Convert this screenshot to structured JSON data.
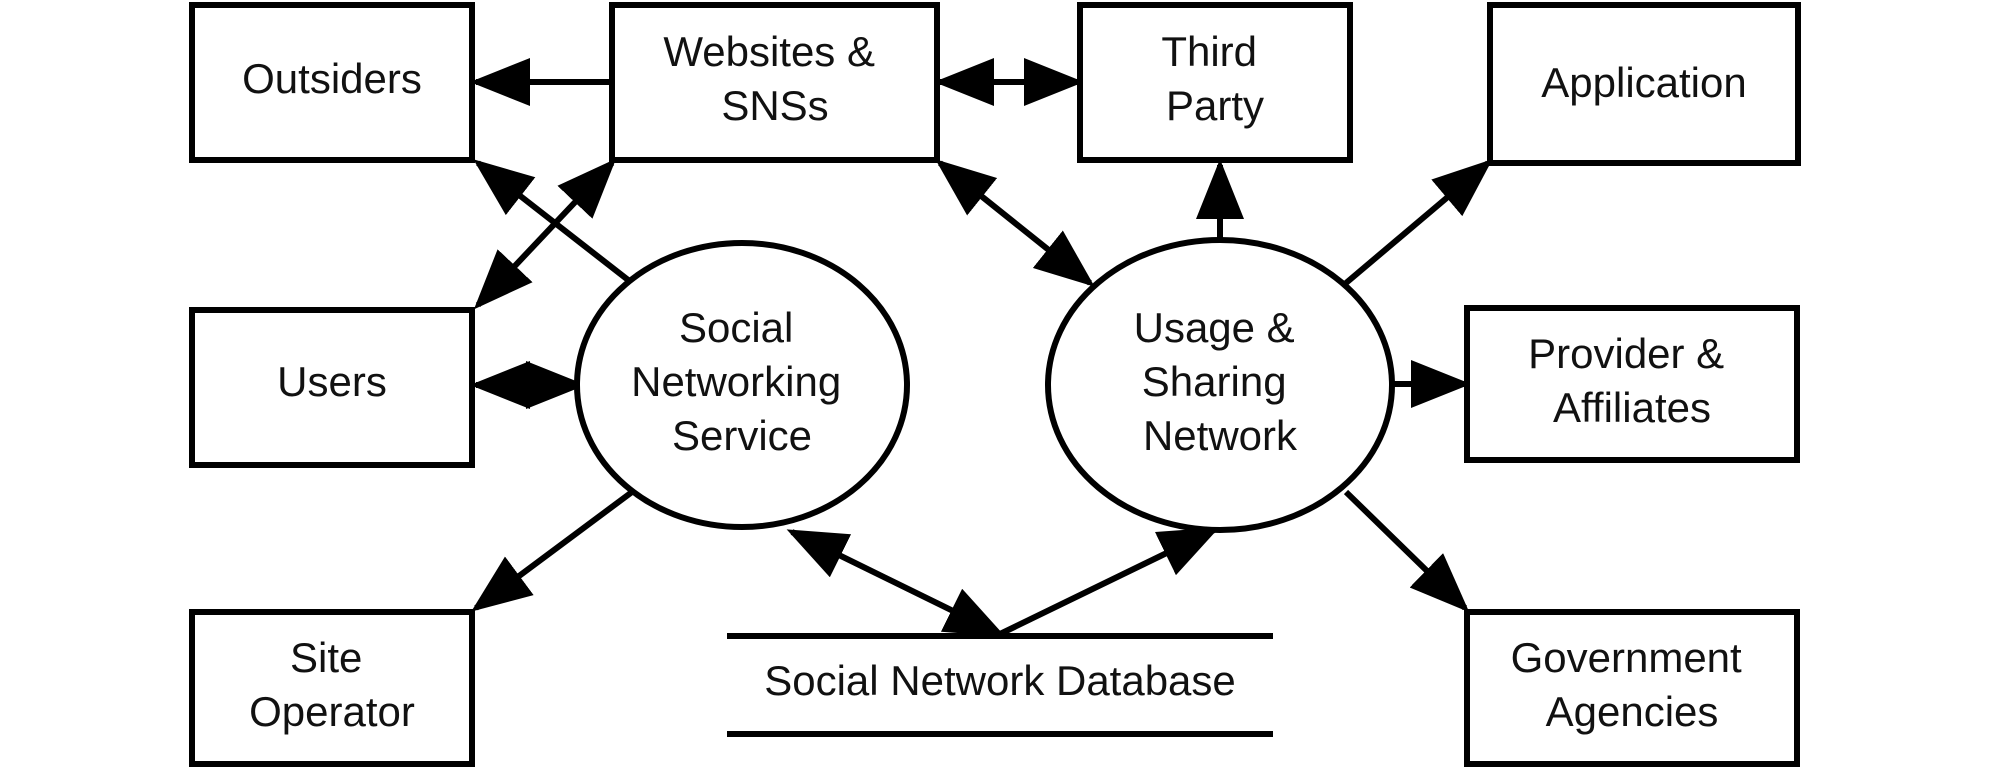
{
  "nodes": {
    "outsiders": {
      "lines": [
        "Outsiders"
      ]
    },
    "websites": {
      "lines": [
        "Websites &",
        "SNSs"
      ]
    },
    "third_party": {
      "lines": [
        "Third",
        "Party"
      ]
    },
    "application": {
      "lines": [
        "Application"
      ]
    },
    "users": {
      "lines": [
        "Users"
      ]
    },
    "provider": {
      "lines": [
        "Provider &",
        "Affiliates"
      ]
    },
    "site_operator": {
      "lines": [
        "Site",
        "Operator"
      ]
    },
    "government": {
      "lines": [
        "Government",
        "Agencies"
      ]
    },
    "sns": {
      "lines": [
        "Social",
        "Networking",
        "Service"
      ]
    },
    "usage": {
      "lines": [
        "Usage &",
        "Sharing",
        "Network"
      ]
    },
    "database": {
      "lines": [
        "Social Network Database"
      ]
    }
  },
  "edges": [
    {
      "from": "websites",
      "to": "outsiders",
      "direction": "forward"
    },
    {
      "from": "websites",
      "to": "third_party",
      "direction": "both"
    },
    {
      "from": "sns",
      "to": "outsiders",
      "direction": "forward"
    },
    {
      "from": "sns",
      "to": "users",
      "direction": "both"
    },
    {
      "from": "users",
      "to": "websites",
      "direction": "both"
    },
    {
      "from": "sns",
      "to": "site_operator",
      "direction": "forward"
    },
    {
      "from": "websites",
      "to": "usage",
      "direction": "both"
    },
    {
      "from": "usage",
      "to": "third_party",
      "direction": "forward"
    },
    {
      "from": "usage",
      "to": "application",
      "direction": "forward"
    },
    {
      "from": "usage",
      "to": "provider",
      "direction": "forward"
    },
    {
      "from": "usage",
      "to": "government",
      "direction": "forward"
    },
    {
      "from": "database",
      "to": "sns",
      "direction": "both"
    },
    {
      "from": "database",
      "to": "usage",
      "direction": "forward"
    }
  ]
}
